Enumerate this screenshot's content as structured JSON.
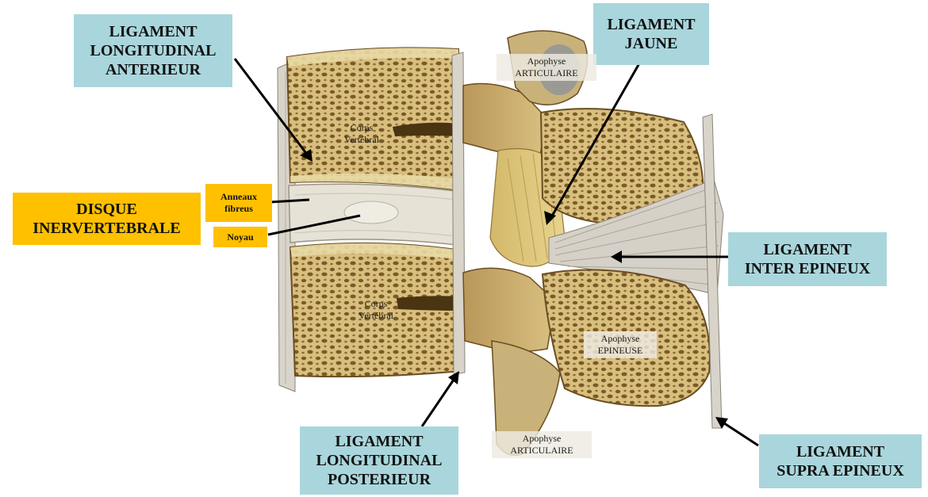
{
  "colors": {
    "label_box_teal": "#a9d6dc",
    "label_box_gold": "#ffc000",
    "bone": "#d8bf7e",
    "bone_pore": "#7a5a28",
    "disc": "#e6e2d6",
    "ligament": "#cfcac0",
    "arrow": "#000000"
  },
  "labels": {
    "lla": [
      "LIGAMENT",
      "LONGITUDINAL",
      "ANTERIEUR"
    ],
    "lj": [
      "LIGAMENT",
      "JAUNE"
    ],
    "disque": [
      "DISQUE",
      "INERVERTEBRALE"
    ],
    "anneaux": [
      "Anneaux",
      "fibreus"
    ],
    "noyau": "Noyau",
    "lie": [
      "LIGAMENT",
      "INTER EPINEUX"
    ],
    "llp": [
      "LIGAMENT",
      "LONGITUDINAL",
      "POSTERIEUR"
    ],
    "lse": [
      "LIGAMENT",
      "SUPRA EPINEUX"
    ]
  },
  "illustration_text": {
    "art_top": [
      "Apophyse",
      "ARTICULAIRE"
    ],
    "art_bottom": [
      "Apophyse",
      "ARTICULAIRE"
    ],
    "corps_top": [
      "Corps",
      "Vertébral"
    ],
    "corps_bottom": [
      "Corps",
      "Vertébral"
    ],
    "epineuse": [
      "Apophyse",
      "EPINEUSE"
    ]
  }
}
